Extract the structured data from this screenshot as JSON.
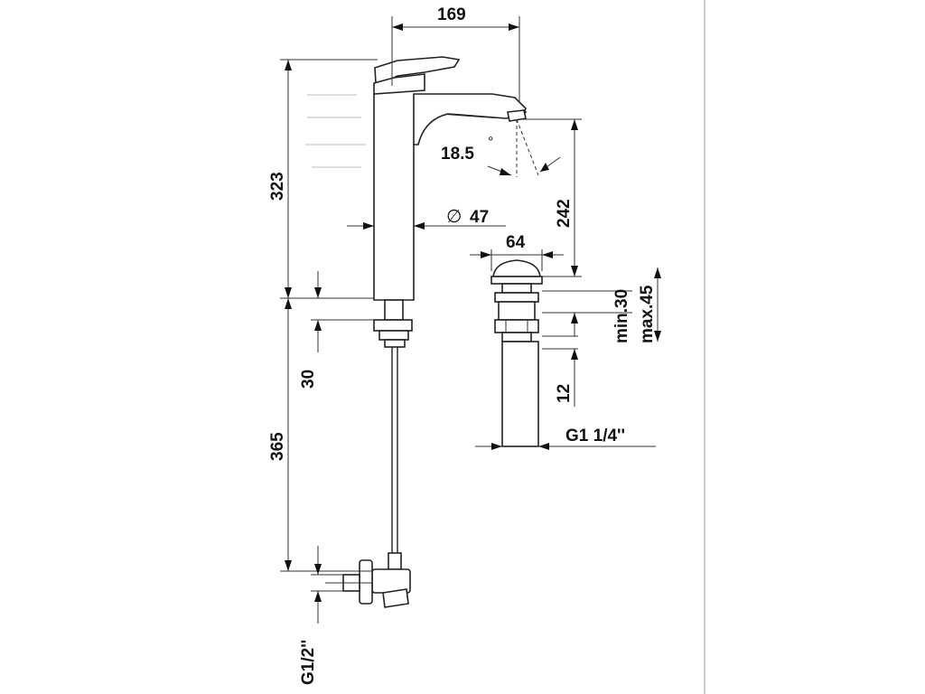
{
  "dimensions": {
    "spout_reach": "169",
    "spout_angle": "18.5",
    "degree_mark": "°",
    "body_diameter": "47",
    "diameter_symbol": "∅",
    "total_height": "323",
    "spout_height": "242",
    "waste_width": "64",
    "waste_min": "min.30",
    "waste_max": "max.45",
    "waste_thread_length": "12",
    "waste_thread": "G1 1/4''",
    "base_nut_height": "30",
    "supply_length": "365",
    "supply_thread": "G1/2''"
  }
}
